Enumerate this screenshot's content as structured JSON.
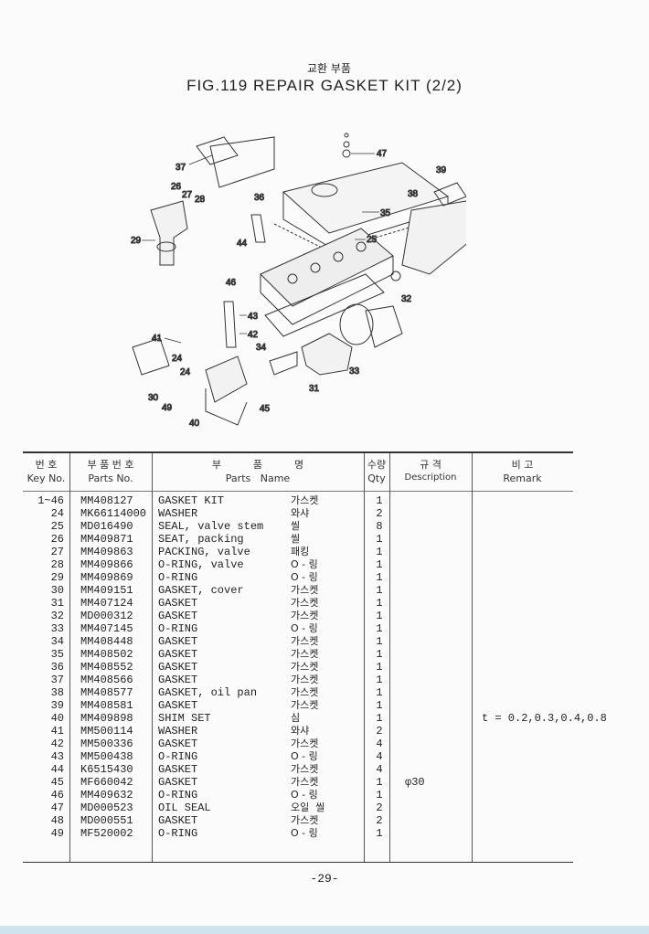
{
  "header": {
    "title_kr": "교환 부품",
    "title": "FIG.119   REPAIR GASKET KIT (2/2)"
  },
  "diagram": {
    "callouts": [
      "37",
      "26",
      "27",
      "28",
      "36",
      "29",
      "47",
      "39",
      "38",
      "35",
      "25",
      "44",
      "46",
      "32",
      "43",
      "42",
      "41",
      "34",
      "33",
      "24",
      "24",
      "31",
      "30",
      "49",
      "45",
      "40"
    ]
  },
  "table": {
    "headers": [
      {
        "kr": "번  호",
        "en": "Key No."
      },
      {
        "kr": "부 품 번 호",
        "en": "Parts No."
      },
      {
        "kr": "부          품          명",
        "en": "Parts   Name"
      },
      {
        "kr": "수량",
        "en": "Qty"
      },
      {
        "kr": "규  격",
        "en": "Description"
      },
      {
        "kr": "비  고",
        "en": "Remark"
      }
    ],
    "rows": [
      {
        "key": "1~46",
        "part_no": "MM408127",
        "name": "GASKET KIT",
        "name_kr": "가스켓",
        "qty": "1",
        "desc": "",
        "remark": ""
      },
      {
        "key": "24",
        "part_no": "MK66114000",
        "name": "WASHER",
        "name_kr": "와샤",
        "qty": "2",
        "desc": "",
        "remark": ""
      },
      {
        "key": "25",
        "part_no": "MD016490",
        "name": "SEAL, valve stem",
        "name_kr": "씰",
        "qty": "8",
        "desc": "",
        "remark": ""
      },
      {
        "key": "26",
        "part_no": "MM409871",
        "name": "SEAT, packing",
        "name_kr": "씰",
        "qty": "1",
        "desc": "",
        "remark": ""
      },
      {
        "key": "27",
        "part_no": "MM409863",
        "name": "PACKING, valve",
        "name_kr": "패킹",
        "qty": "1",
        "desc": "",
        "remark": ""
      },
      {
        "key": "28",
        "part_no": "MM409866",
        "name": "O-RING, valve",
        "name_kr": "O - 링",
        "qty": "1",
        "desc": "",
        "remark": ""
      },
      {
        "key": "29",
        "part_no": "MM409869",
        "name": "O-RING",
        "name_kr": "O - 링",
        "qty": "1",
        "desc": "",
        "remark": ""
      },
      {
        "key": "30",
        "part_no": "MM409151",
        "name": "GASKET, cover",
        "name_kr": "가스켓",
        "qty": "1",
        "desc": "",
        "remark": ""
      },
      {
        "key": "31",
        "part_no": "MM407124",
        "name": "GASKET",
        "name_kr": "가스켓",
        "qty": "1",
        "desc": "",
        "remark": ""
      },
      {
        "key": "32",
        "part_no": "MD000312",
        "name": "GASKET",
        "name_kr": "가스켓",
        "qty": "1",
        "desc": "",
        "remark": ""
      },
      {
        "key": "33",
        "part_no": "MM407145",
        "name": "O-RING",
        "name_kr": "O - 링",
        "qty": "1",
        "desc": "",
        "remark": ""
      },
      {
        "key": "34",
        "part_no": "MM408448",
        "name": "GASKET",
        "name_kr": "가스켓",
        "qty": "1",
        "desc": "",
        "remark": ""
      },
      {
        "key": "35",
        "part_no": "MM408502",
        "name": "GASKET",
        "name_kr": "가스켓",
        "qty": "1",
        "desc": "",
        "remark": ""
      },
      {
        "key": "36",
        "part_no": "MM408552",
        "name": "GASKET",
        "name_kr": "가스켓",
        "qty": "1",
        "desc": "",
        "remark": ""
      },
      {
        "key": "37",
        "part_no": "MM408566",
        "name": "GASKET",
        "name_kr": "가스켓",
        "qty": "1",
        "desc": "",
        "remark": ""
      },
      {
        "key": "38",
        "part_no": "MM408577",
        "name": "GASKET, oil pan",
        "name_kr": "가스켓",
        "qty": "1",
        "desc": "",
        "remark": ""
      },
      {
        "key": "39",
        "part_no": "MM408581",
        "name": "GASKET",
        "name_kr": "가스켓",
        "qty": "1",
        "desc": "",
        "remark": ""
      },
      {
        "key": "40",
        "part_no": "MM409898",
        "name": "SHIM SET",
        "name_kr": "심",
        "qty": "1",
        "desc": "",
        "remark": "t = 0.2,0.3,0.4,0.8"
      },
      {
        "key": "41",
        "part_no": "MM500114",
        "name": "WASHER",
        "name_kr": "와샤",
        "qty": "2",
        "desc": "",
        "remark": ""
      },
      {
        "key": "42",
        "part_no": "MM500336",
        "name": "GASKET",
        "name_kr": "가스켓",
        "qty": "4",
        "desc": "",
        "remark": ""
      },
      {
        "key": "43",
        "part_no": "MM500438",
        "name": "O-RING",
        "name_kr": "O - 링",
        "qty": "4",
        "desc": "",
        "remark": ""
      },
      {
        "key": "44",
        "part_no": "K6515430",
        "name": "GASKET",
        "name_kr": "가스켓",
        "qty": "4",
        "desc": "",
        "remark": ""
      },
      {
        "key": "45",
        "part_no": "MF660042",
        "name": "GASKET",
        "name_kr": "가스켓",
        "qty": "1",
        "desc": "φ30",
        "remark": ""
      },
      {
        "key": "46",
        "part_no": "MM409632",
        "name": "O-RING",
        "name_kr": "O - 링",
        "qty": "1",
        "desc": "",
        "remark": ""
      },
      {
        "key": "47",
        "part_no": "MD000523",
        "name": "OIL SEAL",
        "name_kr": "오일  씰",
        "qty": "2",
        "desc": "",
        "remark": ""
      },
      {
        "key": "48",
        "part_no": "MD000551",
        "name": "GASKET",
        "name_kr": "가스켓",
        "qty": "2",
        "desc": "",
        "remark": ""
      },
      {
        "key": "49",
        "part_no": "MF520002",
        "name": "O-RING",
        "name_kr": "O - 링",
        "qty": "1",
        "desc": "",
        "remark": ""
      }
    ]
  },
  "footer": {
    "page": "-29-"
  }
}
